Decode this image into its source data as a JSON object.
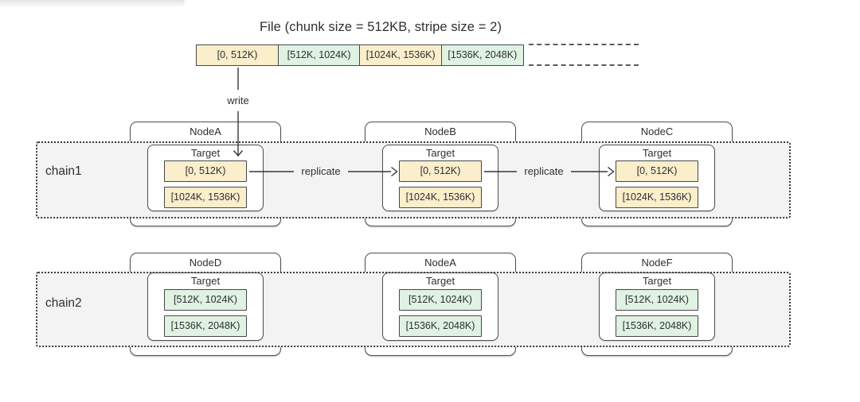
{
  "title": "File (chunk size = 512KB, stripe size = 2)",
  "labels": {
    "write": "write",
    "replicate": "replicate",
    "target": "Target"
  },
  "file": {
    "chunks": [
      {
        "label": "[0, 512K)",
        "color": "yellow"
      },
      {
        "label": "[512K, 1024K)",
        "color": "green"
      },
      {
        "label": "[1024K, 1536K)",
        "color": "yellow"
      },
      {
        "label": "[1536K, 2048K)",
        "color": "green"
      }
    ]
  },
  "chains": [
    {
      "label": "chain1",
      "nodes": [
        {
          "name": "NodeA",
          "chunks": [
            {
              "label": "[0, 512K)",
              "color": "yellow"
            },
            {
              "label": "[1024K, 1536K)",
              "color": "yellow"
            }
          ]
        },
        {
          "name": "NodeB",
          "chunks": [
            {
              "label": "[0, 512K)",
              "color": "yellow"
            },
            {
              "label": "[1024K, 1536K)",
              "color": "yellow"
            }
          ]
        },
        {
          "name": "NodeC",
          "chunks": [
            {
              "label": "[0, 512K)",
              "color": "yellow"
            },
            {
              "label": "[1024K, 1536K)",
              "color": "yellow"
            }
          ]
        }
      ]
    },
    {
      "label": "chain2",
      "nodes": [
        {
          "name": "NodeD",
          "chunks": [
            {
              "label": "[512K, 1024K)",
              "color": "green"
            },
            {
              "label": "[1536K, 2048K)",
              "color": "green"
            }
          ]
        },
        {
          "name": "NodeA",
          "chunks": [
            {
              "label": "[512K, 1024K)",
              "color": "green"
            },
            {
              "label": "[1536K, 2048K)",
              "color": "green"
            }
          ]
        },
        {
          "name": "NodeF",
          "chunks": [
            {
              "label": "[512K, 1024K)",
              "color": "green"
            },
            {
              "label": "[1536K, 2048K)",
              "color": "green"
            }
          ]
        }
      ]
    }
  ],
  "colors": {
    "chunk_yellow": "#FAEECB",
    "chunk_green": "#E0F2E1",
    "band_bg": "#F3F3F3",
    "line": "#45484C",
    "text": "#2D2F33"
  }
}
